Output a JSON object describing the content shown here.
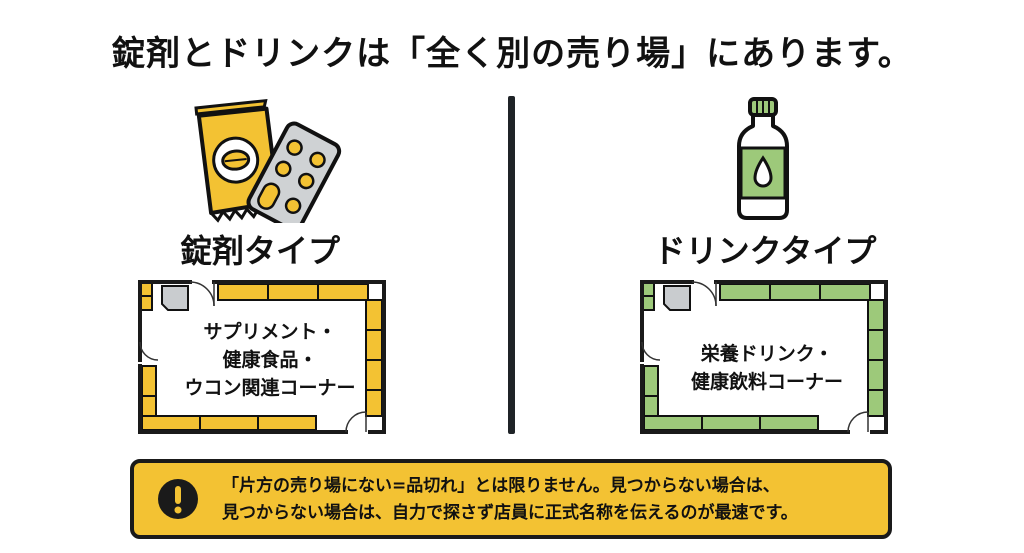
{
  "title": "錠剤とドリンクは「全く別の売り場」にあります。",
  "left": {
    "type_label": "錠剤タイプ",
    "area_lines": [
      "サプリメント・",
      "健康食品・",
      "ウコン関連コーナー"
    ],
    "accent_color": "#f3c233",
    "icon": "tablet-pack-icon"
  },
  "right": {
    "type_label": "ドリンクタイプ",
    "area_lines": [
      "栄養ドリンク・",
      "健康飲料コーナー"
    ],
    "accent_color": "#9dc97a",
    "icon": "drink-bottle-icon"
  },
  "notice": {
    "icon": "exclamation-icon",
    "lines": [
      "「片方の売り場にない=品切れ」とは限りません。見つからない場合は、",
      "見つからない場合は、自力で探さず店員に正式名称を伝えるのが最速です。"
    ],
    "background_color": "#f3c233"
  }
}
